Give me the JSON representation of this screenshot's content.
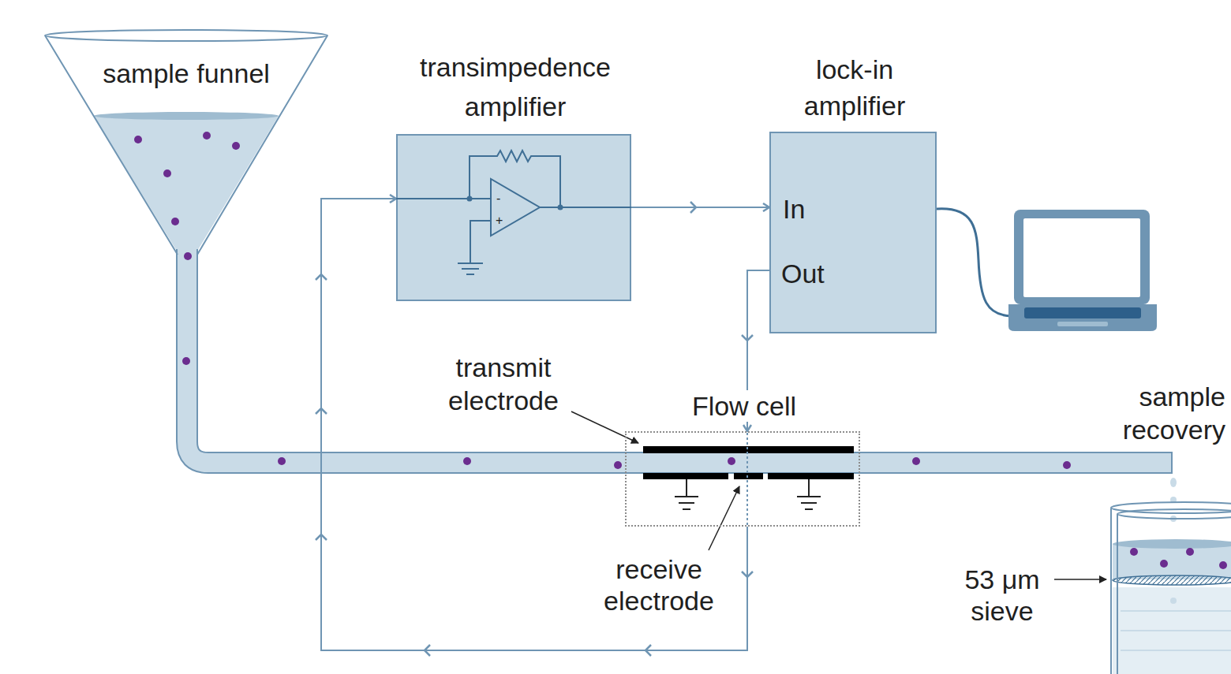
{
  "diagram": {
    "nodes": [
      {
        "text": [
          "sample funnel"
        ]
      },
      {
        "text": [
          "transimpedence amplifier"
        ]
      },
      {
        "text": [
          "lock-in amplifier",
          "In",
          "Out"
        ]
      },
      {
        "text": [
          "Flow cell"
        ]
      }
    ],
    "edges": [
      {
        "from": 1,
        "to": 2,
        "arrow": "to"
      },
      {
        "from": 2,
        "to": 3,
        "arrow": "to"
      },
      {
        "from": 3,
        "to": 1,
        "arrow": "to"
      }
    ],
    "labels": [
      "-",
      "+",
      "transmit electrode",
      "sample recovery",
      "receive electrode",
      "53 μm sieve"
    ]
  }
}
